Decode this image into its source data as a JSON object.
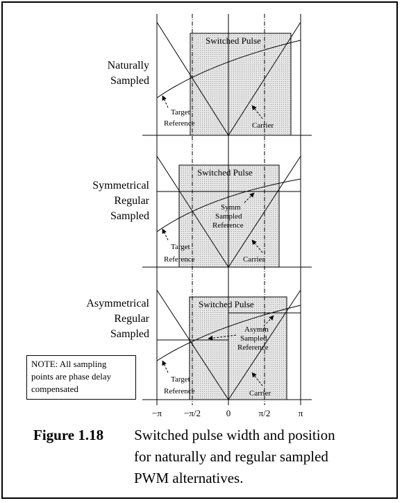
{
  "rows": [
    {
      "label_lines": [
        "Naturally",
        "Sampled"
      ],
      "pulse_label": "Switched Pulse",
      "reference_label": [
        "Target",
        "Reference"
      ],
      "carrier_label": "Carrier"
    },
    {
      "label_lines": [
        "Symmetrical",
        "Regular",
        "Sampled"
      ],
      "pulse_label": "Switched Pulse",
      "reference_label": [
        "Target",
        "Reference"
      ],
      "carrier_label": "Carrier",
      "sampled_label": [
        "Symm",
        "Sampled",
        "Reference"
      ]
    },
    {
      "label_lines": [
        "Asymmetrical",
        "Regular",
        "Sampled"
      ],
      "pulse_label": "Switched Pulse",
      "reference_label": [
        "Target",
        "Reference"
      ],
      "carrier_label": "Carrier",
      "sampled_label": [
        "Asymm",
        "Sampled",
        "Reference"
      ]
    }
  ],
  "axis_ticks": [
    "−π",
    "−π/2",
    "0",
    "π/2",
    "π"
  ],
  "note": [
    "NOTE: All sampling",
    "points are phase delay",
    "compensated"
  ],
  "caption": {
    "number": "Figure 1.18",
    "line1": "Switched pulse width and position",
    "line2": "for naturally and regular sampled",
    "line3": "PWM alternatives."
  },
  "colors": {
    "shade": "#d8d8d8",
    "line": "#000000"
  }
}
